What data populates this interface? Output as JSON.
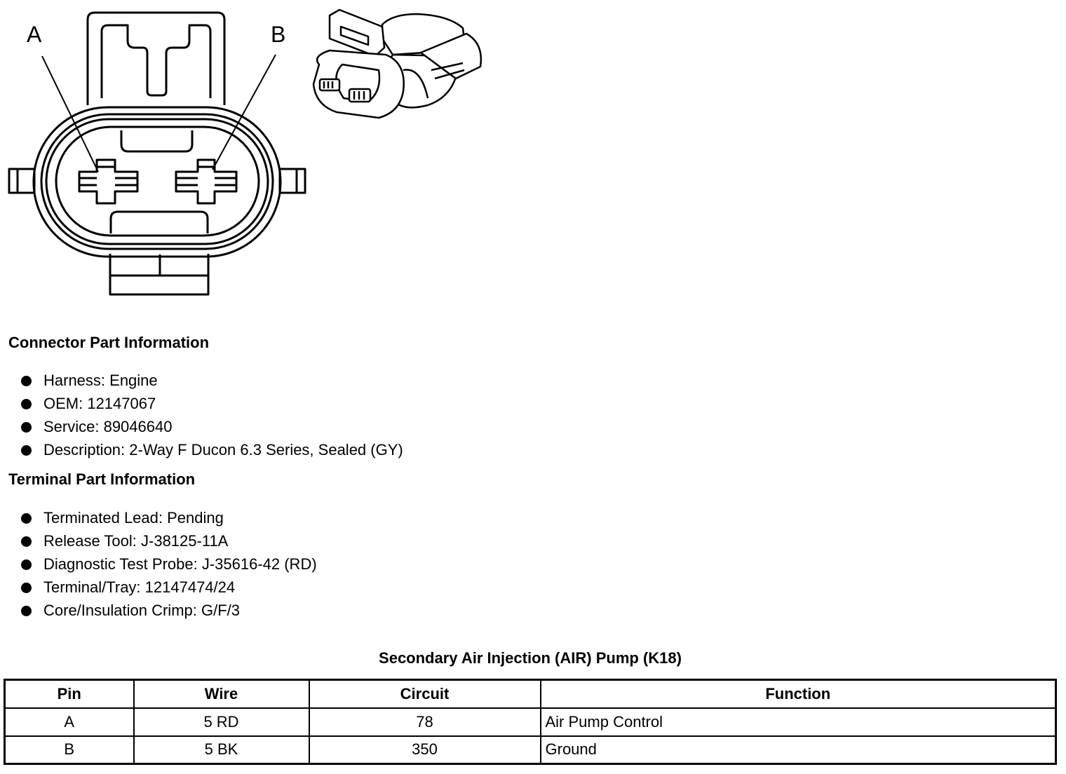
{
  "diagram": {
    "pin_a_label": "A",
    "pin_b_label": "B"
  },
  "connector_info": {
    "title": "Connector Part Information",
    "items": [
      "Harness: Engine",
      "OEM: 12147067",
      "Service: 89046640",
      "Description: 2-Way F Ducon 6.3 Series, Sealed (GY)"
    ]
  },
  "terminal_info": {
    "title": "Terminal Part Information",
    "items": [
      "Terminated Lead: Pending",
      "Release Tool: J-38125-11A",
      "Diagnostic Test Probe: J-35616-42 (RD)",
      "Terminal/Tray: 12147474/24",
      "Core/Insulation Crimp: G/F/3"
    ]
  },
  "pin_table": {
    "title": "Secondary Air Injection (AIR) Pump (K18)",
    "headers": [
      "Pin",
      "Wire",
      "Circuit",
      "Function"
    ],
    "rows": [
      [
        "A",
        "5 RD",
        "78",
        "Air Pump Control"
      ],
      [
        "B",
        "5 BK",
        "350",
        "Ground"
      ]
    ]
  }
}
